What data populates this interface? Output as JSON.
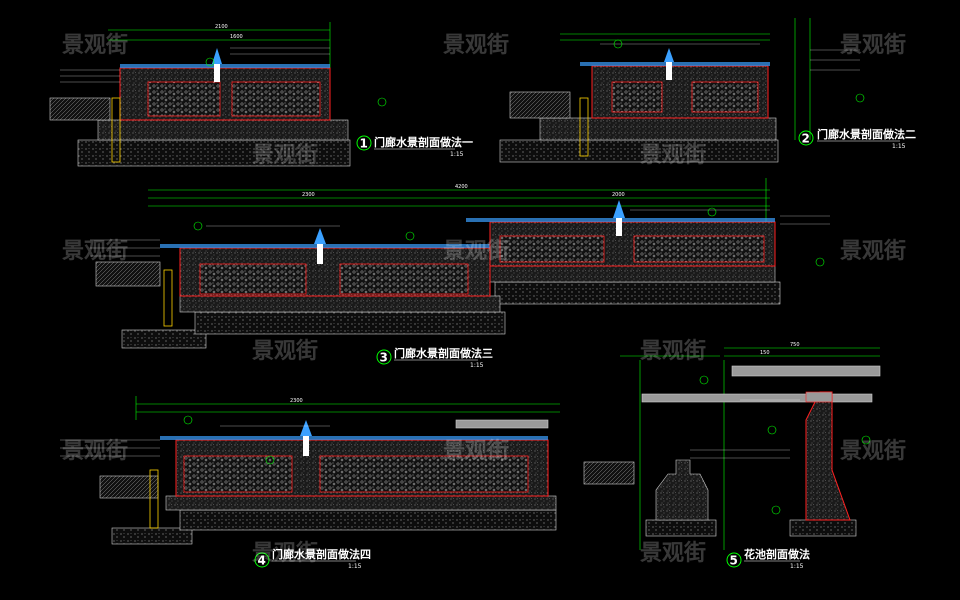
{
  "watermark": "景观街",
  "sections": [
    {
      "number": "1",
      "title": "门廊水景剖面做法一",
      "scale": "1:15"
    },
    {
      "number": "2",
      "title": "门廊水景剖面做法二",
      "scale": "1:15"
    },
    {
      "number": "3",
      "title": "门廊水景剖面做法三",
      "scale": "1:15"
    },
    {
      "number": "4",
      "title": "门廊水景剖面做法四",
      "scale": "1:15"
    },
    {
      "number": "5",
      "title": "花池剖面做法",
      "scale": "1:15"
    }
  ],
  "dimensions": {
    "s1_total": "2100",
    "s1_inner": "1600",
    "s3_total": "4200",
    "s3_left": "2300",
    "s3_right": "2000",
    "s4_total": "2300",
    "s5_a": "750",
    "s5_b": "150"
  },
  "colors": {
    "background": "#000000",
    "concrete": "#c8c8c8",
    "gravel": "#bdbdbd",
    "wall_red": "#ff2020",
    "dimension_green": "#00ff00",
    "water_blue": "#3aa0ff",
    "callout_green": "#00ff00"
  }
}
